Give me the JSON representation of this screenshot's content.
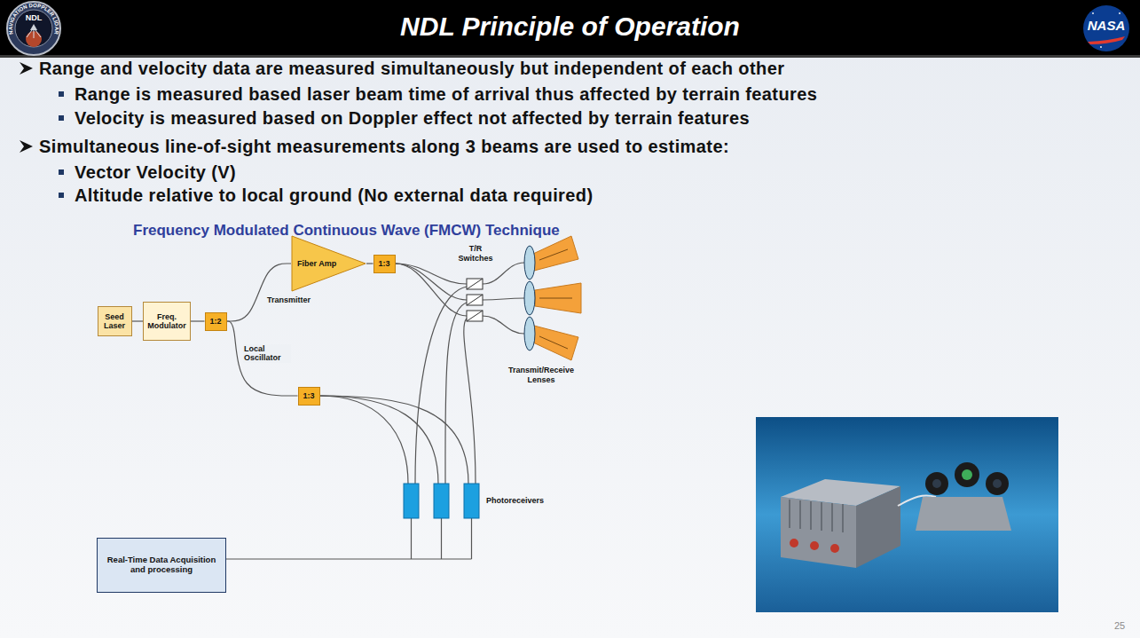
{
  "diagram": {
    "title": "NDL Principle of Operation",
    "nodes": [
      {
        "text": [
          "Seed Laser"
        ]
      },
      {
        "text": [
          "Freq. Modulator"
        ]
      },
      {
        "text": [
          "1:2"
        ]
      },
      {
        "text": [
          "Fiber Amp"
        ]
      },
      {
        "text": [
          "1:3"
        ]
      },
      {
        "text": [
          "1:3"
        ]
      },
      {
        "text": [
          "Real-Time Data Acquisition and processing"
        ]
      }
    ],
    "edges": [
      {
        "from": 0,
        "to": 1,
        "arrow": "none"
      },
      {
        "from": 1,
        "to": 2,
        "arrow": "none"
      },
      {
        "from": 2,
        "to": 3,
        "arrow": "none",
        "label": "Transmitter"
      },
      {
        "from": 3,
        "to": 4,
        "arrow": "none"
      },
      {
        "from": 2,
        "to": 5,
        "arrow": "none",
        "label": "Local Oscillator"
      }
    ],
    "labels": [
      "NDL",
      "NAVIGATION DOPPLER LIDAR",
      "NASA",
      "Range and velocity data are measured simultaneously but independent of each other",
      "Range is measured based laser beam time of arrival thus affected by terrain features",
      "Velocity is measured based on Doppler effect not affected by terrain features",
      "Simultaneous line-of-sight measurements along 3 beams are used to estimate:",
      "Vector Velocity (V)",
      "Altitude relative to local ground (No external data required)",
      "Frequency Modulated Continuous Wave (FMCW) Technique",
      "T/R Switches",
      "Transmit/Receive Lenses",
      "Photoreceivers",
      "25"
    ]
  }
}
